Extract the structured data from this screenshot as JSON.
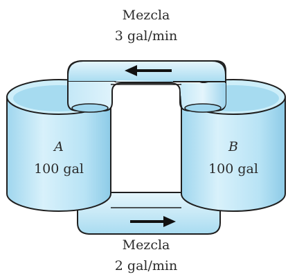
{
  "top_flow": {
    "label": "Mezcla",
    "rate": "3 gal/min",
    "direction": "right-to-left"
  },
  "bottom_flow": {
    "label": "Mezcla",
    "rate": "2 gal/min",
    "direction": "left-to-right"
  },
  "tanks": [
    {
      "name": "A",
      "volume": "100 gal"
    },
    {
      "name": "B",
      "volume": "100 gal"
    }
  ],
  "colors": {
    "fluid_light": "#dcf2fb",
    "fluid": "#b6e2f4",
    "fluid_dark": "#8ccbe6",
    "outline": "#1f1f1f",
    "arrow": "#111111",
    "text": "#2a2a2a"
  }
}
